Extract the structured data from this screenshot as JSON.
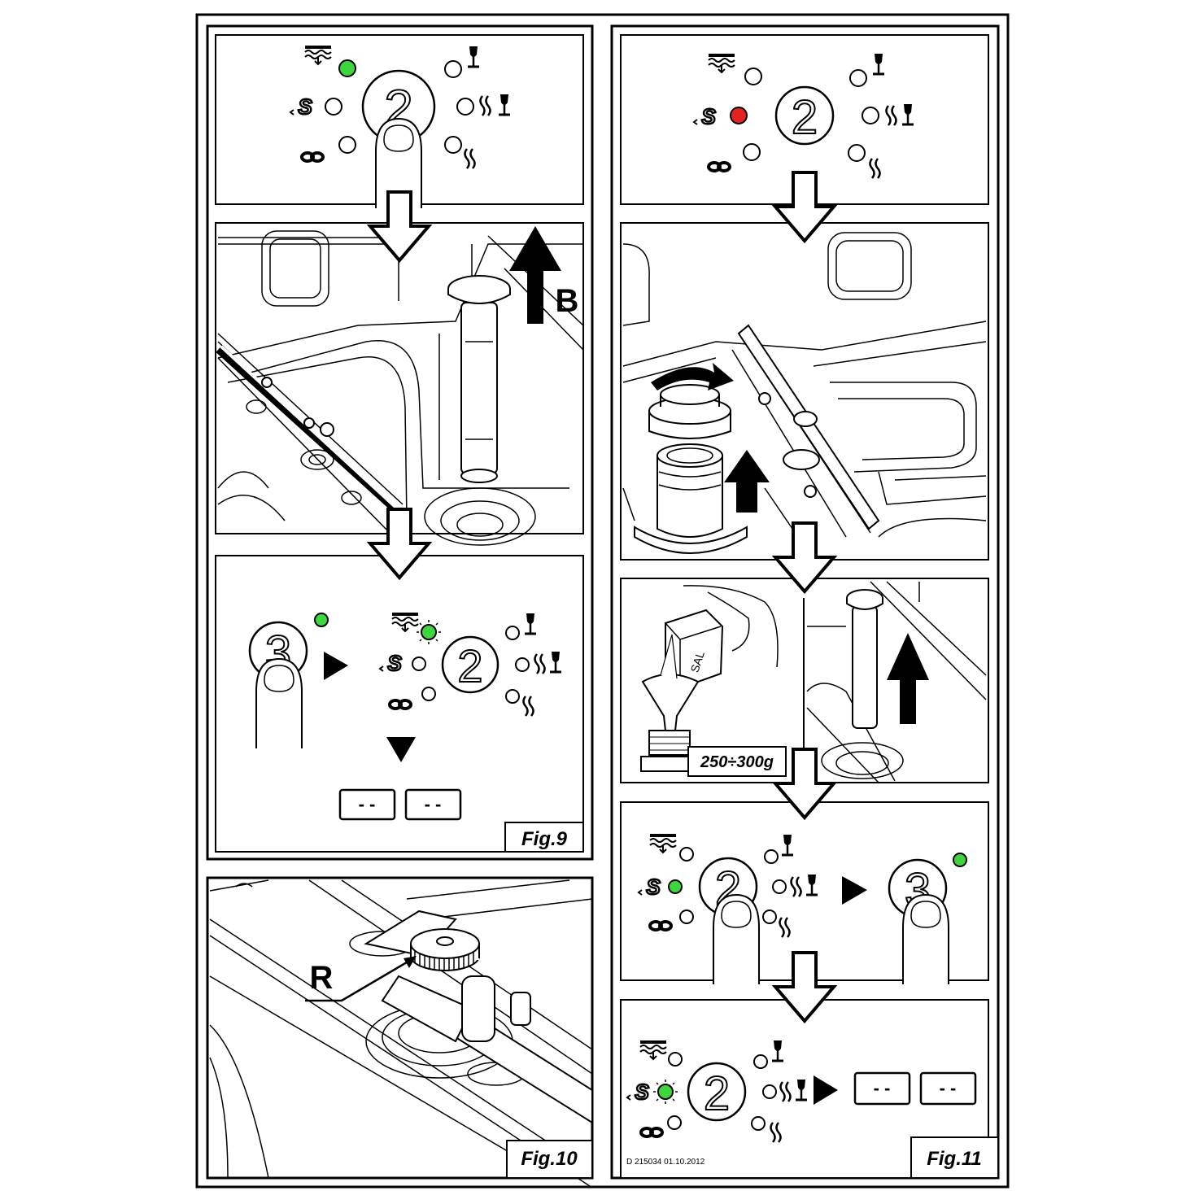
{
  "figures": {
    "fig9": {
      "label": "Fig.9"
    },
    "fig10": {
      "label": "Fig.10"
    },
    "fig11": {
      "label": "Fig.11"
    }
  },
  "buttons": {
    "program": "2",
    "start": "3"
  },
  "letters": {
    "b": "B",
    "r": "R"
  },
  "displays": {
    "dash": "- -"
  },
  "salt": {
    "quantity": "250÷300g",
    "box_text": "SAL"
  },
  "doc": {
    "code": "D 215034 01.10.2012"
  },
  "indicator_colors": {
    "on": "#3ed63e",
    "alarm": "#e52222",
    "off": "#ffffff"
  },
  "icons": [
    "water-level-icon",
    "salt-regen-icon",
    "infinity-icon",
    "glass-icon",
    "heat-glass-icon",
    "heat-icon"
  ]
}
